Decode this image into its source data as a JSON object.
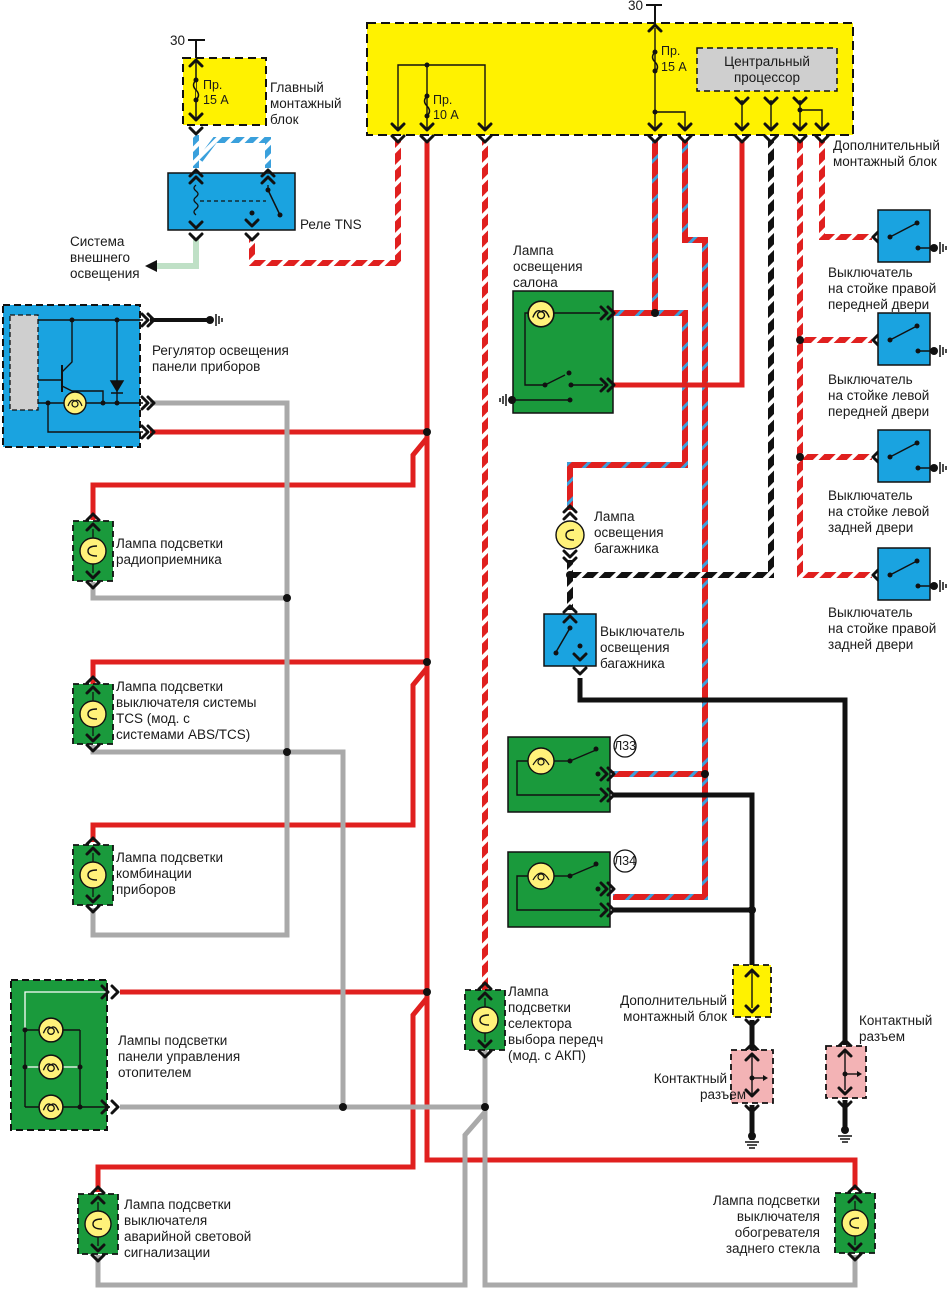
{
  "title": "Схема освещения салона и подсветки приборов",
  "colors": {
    "red": "#e0201f",
    "blue_stripe": "#3aa0dc",
    "white_stripe": "#ffffff",
    "black": "#111111",
    "gray": "#a9a9a9",
    "light_green": "#bfe0c6",
    "yellow_block": "#fff200",
    "blue_component": "#1aa3e0",
    "green_component": "#1a9a3c",
    "pink_connector": "#f3b3b5",
    "gray_cpu": "#cfcfcf",
    "lamp_yellow": "#fff27a"
  },
  "terminals": {
    "batt_left": "30",
    "batt_right": "30"
  },
  "fuses": {
    "main_15a": {
      "line1": "Пр.",
      "line2": "15 А"
    },
    "aux_10a": {
      "line1": "Пр.",
      "line2": "10 А"
    },
    "aux_15a": {
      "line1": "Пр.",
      "line2": "15 А"
    }
  },
  "blocks": {
    "main_mount": [
      "Главный",
      "монтажный",
      "блок"
    ],
    "aux_mount_top": [
      "Дополнительный",
      "монтажный блок"
    ],
    "cpu": [
      "Центральный",
      "процессор"
    ],
    "relay_tns": "Реле TNS",
    "exterior_lighting": [
      "Система",
      "внешнего",
      "освещения"
    ],
    "dimmer": [
      "Регулятор освещения",
      "панели приборов"
    ],
    "aux_mount_bottom": [
      "Дополнительный",
      "монтажный блок"
    ],
    "connector_left": [
      "Контактный",
      "разъем"
    ],
    "connector_right": [
      "Контактный",
      "разъем"
    ]
  },
  "lamps": {
    "radio": [
      "Лампа подсветки",
      "радиоприемника"
    ],
    "tcs": [
      "Лампа подсветки",
      "выключателя системы",
      "TCS (мод. с",
      "системами ABS/TCS)"
    ],
    "cluster": [
      "Лампа подсветки",
      "комбинации",
      "приборов"
    ],
    "heater": [
      "Лампы подсветки",
      "панели управления",
      "отопителем"
    ],
    "hazard": [
      "Лампа подсветки",
      "выключателя",
      "аварийной световой",
      "сигнализации"
    ],
    "selector": [
      "Лампа",
      "подсветки",
      "селектора",
      "выбора передч",
      "(мод. с АКП)"
    ],
    "rear_defrost": [
      "Лампа подсветки",
      "выключателя",
      "обогревателя",
      "заднего стекла"
    ],
    "cabin": [
      "Лампа",
      "освещения",
      "салона"
    ],
    "trunk": [
      "Лампа",
      "освещения",
      "багажника"
    ]
  },
  "switches": {
    "trunk": [
      "Выключатель",
      "освещения",
      "багажника"
    ],
    "door_front_right": [
      "Выключатель",
      "на стойке правой",
      "передней двери"
    ],
    "door_front_left": [
      "Выключатель",
      "на стойке левой",
      "передней двери"
    ],
    "door_rear_left": [
      "Выключатель",
      "на стойке левой",
      "задней двери"
    ],
    "door_rear_right": [
      "Выключатель",
      "на стойке правой",
      "задней двери"
    ]
  },
  "map_lamps": {
    "l33": "Л33",
    "l34": "Л34"
  }
}
